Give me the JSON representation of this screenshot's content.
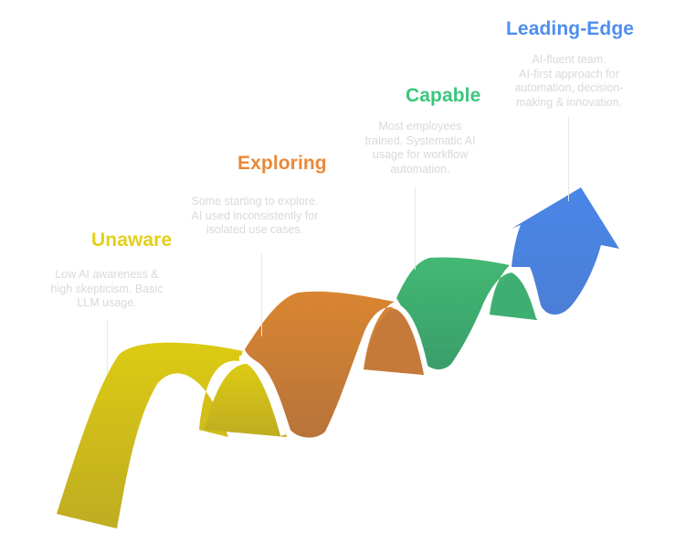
{
  "stages": [
    {
      "title": "Unaware",
      "color": "#e4cf1a",
      "description": [
        "Low AI awareness &",
        "high skepticism. Basic",
        "LLM usage."
      ]
    },
    {
      "title": "Exploring",
      "color": "#e8893a",
      "description": [
        "Some starting to explore.",
        "AI used inconsistently for",
        "isolated use cases."
      ]
    },
    {
      "title": "Capable",
      "color": "#3ac67d",
      "description": [
        "Most employees",
        "trained. Systematic AI",
        "usage for workflow",
        "automation."
      ]
    },
    {
      "title": "Leading-Edge",
      "color": "#4f8ef0",
      "description": [
        "AI-fluent team.",
        "AI-first approach for",
        "automation, decision-",
        "making & innovation."
      ]
    }
  ],
  "ribbon": {
    "segment_colors": [
      "#d6c21e",
      "#d27f35",
      "#3fae72",
      "#4f86e0"
    ],
    "arrow_icon": "up-right-arrow-icon"
  }
}
